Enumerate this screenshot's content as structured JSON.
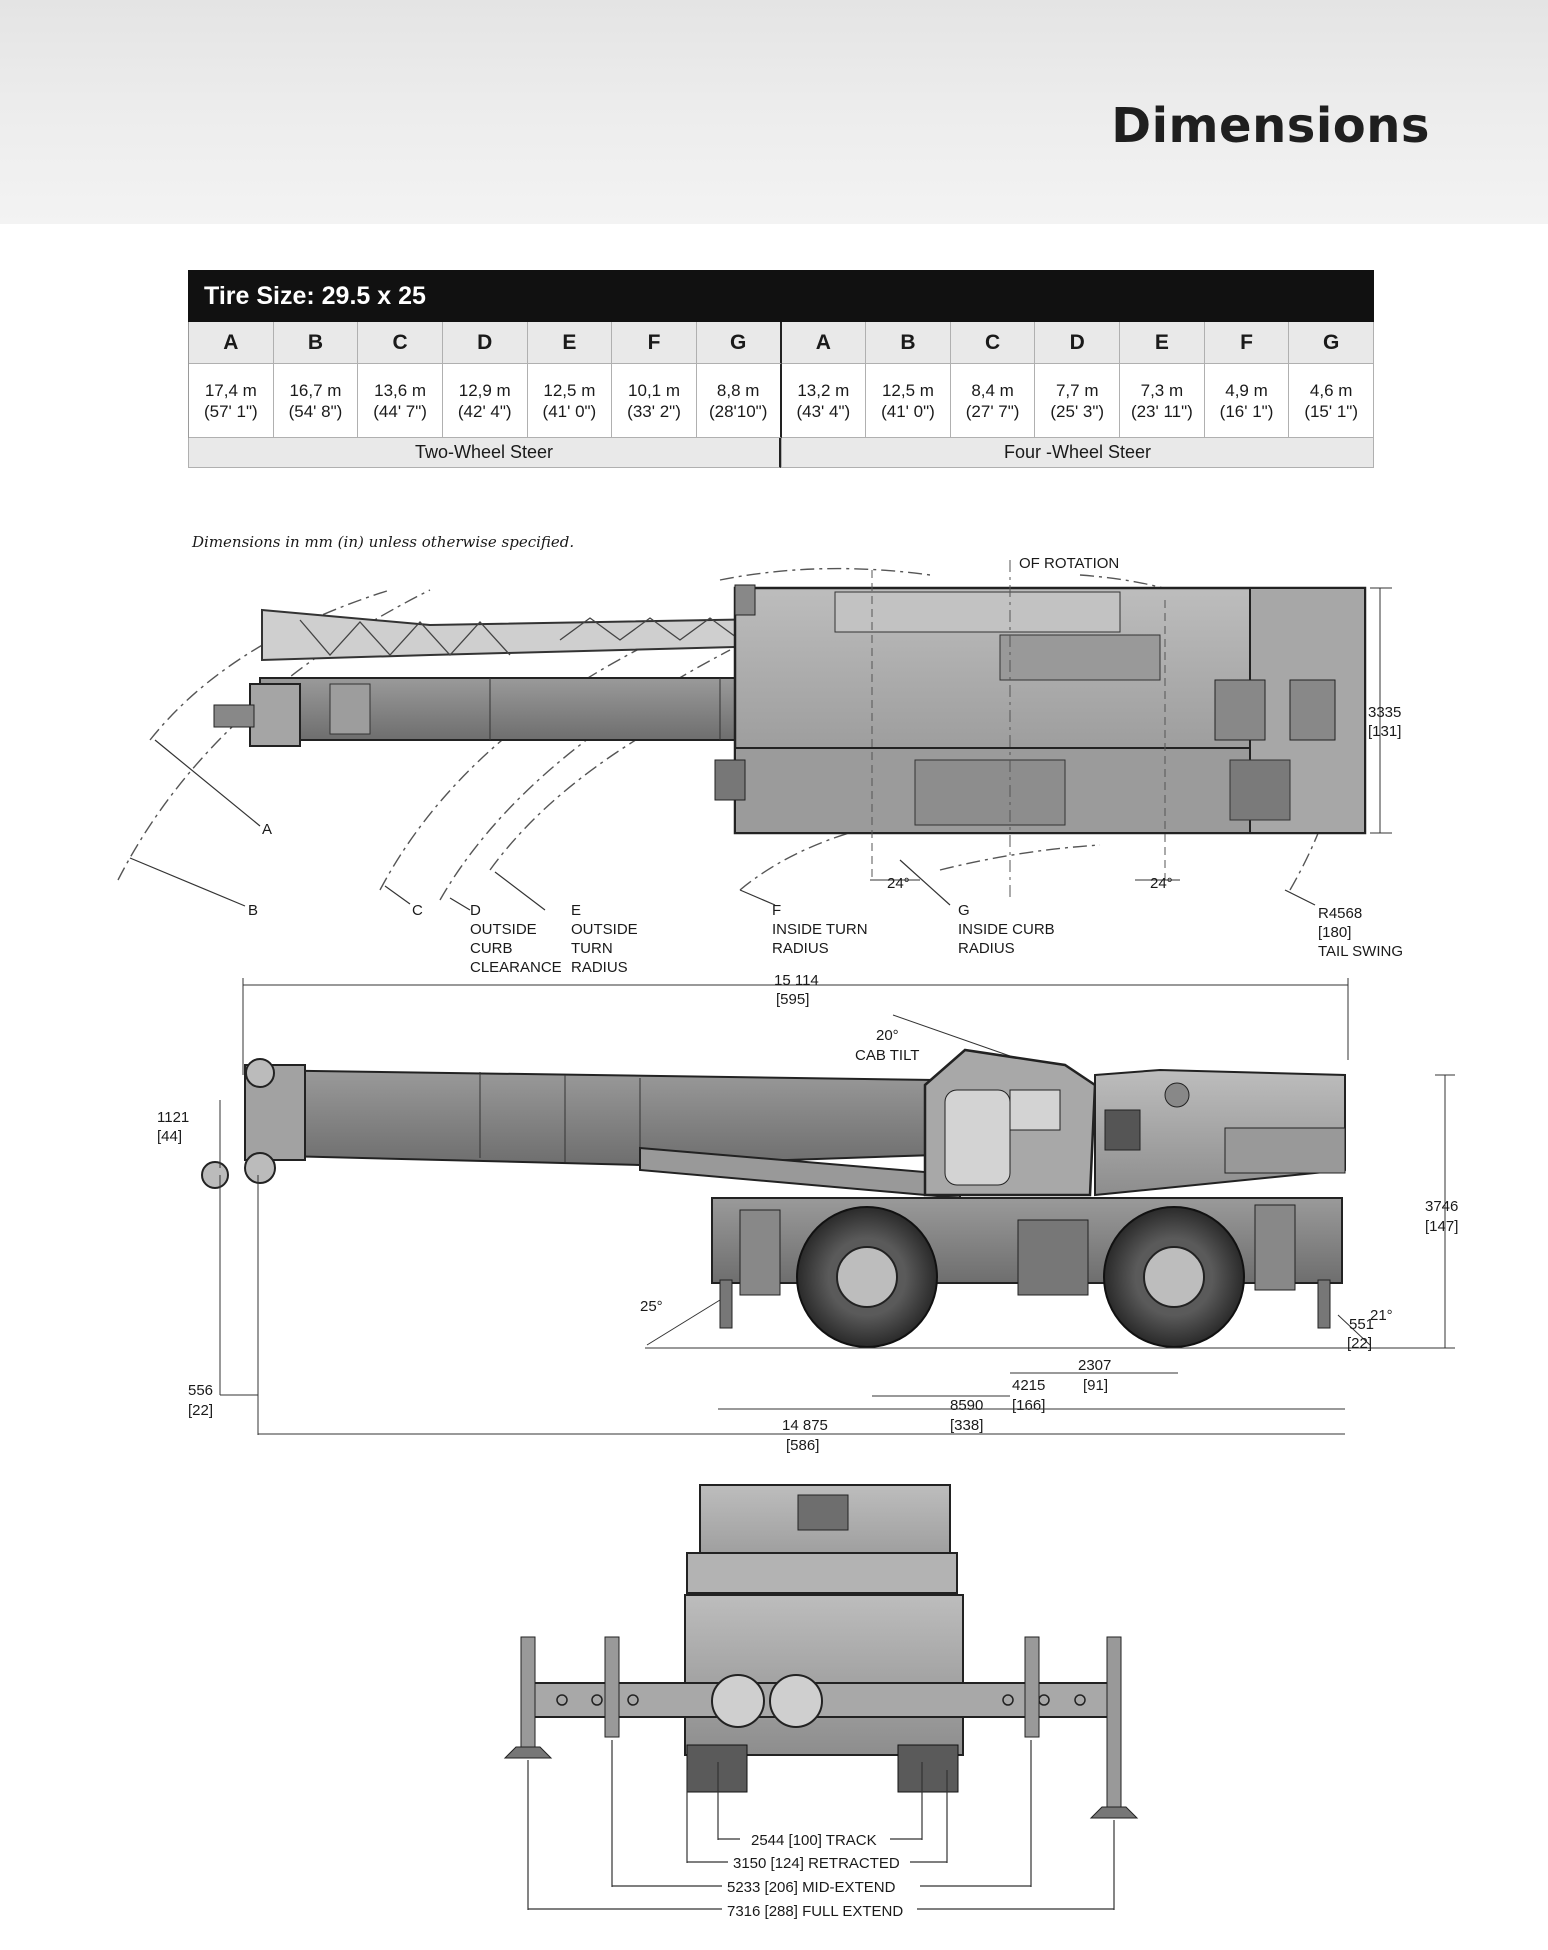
{
  "page": {
    "title": "Dimensions"
  },
  "table": {
    "title": "Tire Size: 29.5 x 25",
    "columns": [
      "A",
      "B",
      "C",
      "D",
      "E",
      "F",
      "G",
      "A",
      "B",
      "C",
      "D",
      "E",
      "F",
      "G"
    ],
    "metric": [
      "17,4 m",
      "16,7 m",
      "13,6 m",
      "12,9 m",
      "12,5 m",
      "10,1 m",
      "8,8 m",
      "13,2 m",
      "12,5 m",
      "8,4 m",
      "7,7 m",
      "7,3 m",
      "4,9 m",
      "4,6 m"
    ],
    "imperial": [
      "(57' 1\")",
      "(54' 8\")",
      "(44' 7\")",
      "(42' 4\")",
      "(41' 0\")",
      "(33' 2\")",
      "(28'10\")",
      "(43' 4\")",
      "(41' 0\")",
      "(27' 7\")",
      "(25' 3\")",
      "(23' 11\")",
      "(16' 1\")",
      "(15' 1\")"
    ],
    "groups": [
      "Two-Wheel Steer",
      "Four -Wheel Steer"
    ]
  },
  "note": "Dimensions in mm (in) unless otherwise specified.",
  "top_view": {
    "of_rotation": "OF ROTATION",
    "height_mm": "3335",
    "height_in": "[131]",
    "label_a": "A",
    "label_b": "B",
    "label_c": "C",
    "label_d": [
      "D",
      "OUTSIDE",
      "CURB",
      "CLEARANCE"
    ],
    "label_e": [
      "E",
      "OUTSIDE",
      "TURN",
      "RADIUS"
    ],
    "label_f": [
      "F",
      "INSIDE TURN",
      "RADIUS"
    ],
    "label_g": [
      "G",
      "INSIDE CURB",
      "RADIUS"
    ],
    "angle_left": "24°",
    "angle_right": "24°",
    "tail_swing": [
      "R4568",
      "[180]",
      "TAIL SWING"
    ]
  },
  "side_view": {
    "overall_mm": "15 114",
    "overall_in": "[595]",
    "cab_tilt": [
      "20°",
      "CAB TILT"
    ],
    "hook_mm": "1121",
    "hook_in": "[44]",
    "height_mm": "3746",
    "height_in": "[147]",
    "approach_angle": "25°",
    "departure_angle": "21°",
    "clear_r_mm": "551",
    "clear_r_in": "[22]",
    "clear_l_mm": "556",
    "clear_l_in": "[22]",
    "dim_2307": "2307",
    "dim_2307_in": "[91]",
    "dim_4215": "4215",
    "dim_4215_in": "[166]",
    "dim_8590": "8590",
    "dim_8590_in": "[338]",
    "dim_14875": "14 875",
    "dim_14875_in": "[586]"
  },
  "rear_view": {
    "track": "2544  [100]  TRACK",
    "retracted": "3150  [124]  RETRACTED",
    "mid": "5233  [206]  MID-EXTEND",
    "full": "7316  [288]  FULL EXTEND"
  }
}
